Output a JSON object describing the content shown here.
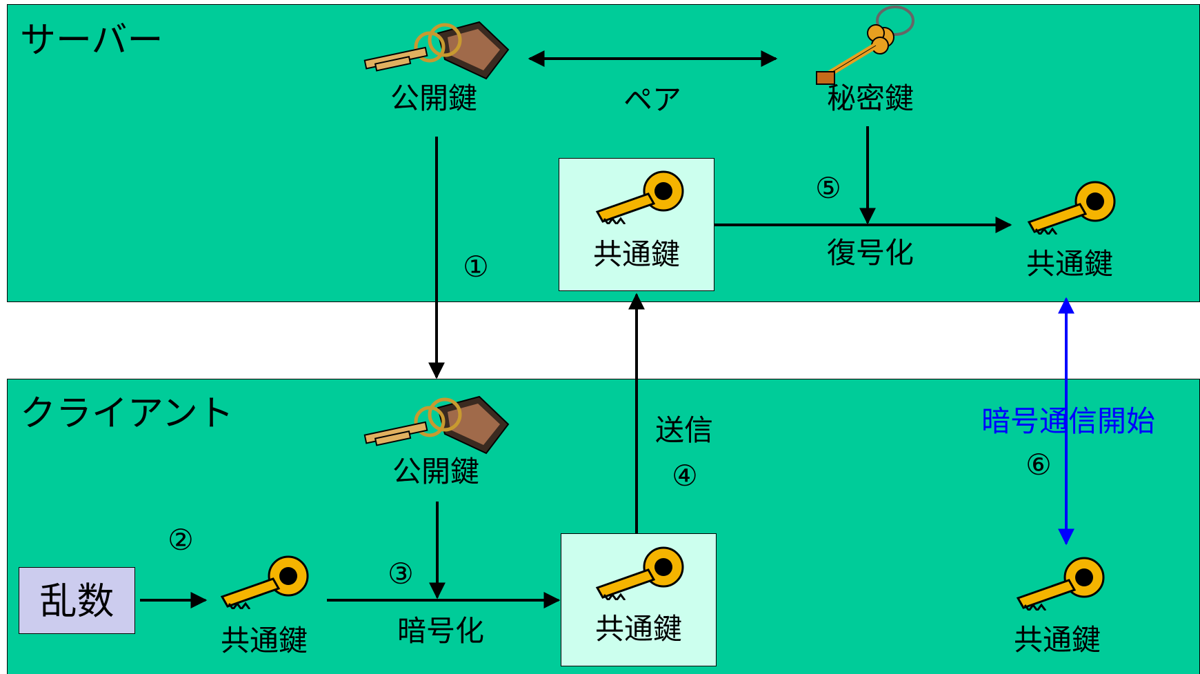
{
  "colors": {
    "panel_fill": "#00cc99",
    "key_box_fill": "#ccffee",
    "random_box_fill": "#ccccee",
    "arrow_black": "#000000",
    "arrow_blue": "#0000ff",
    "key_gold": "#f5b400"
  },
  "server": {
    "title": "サーバー",
    "public_key_label": "公開鍵",
    "private_key_label": "秘密鍵",
    "pair_label": "ペア",
    "shared_key_box_label": "共通鍵",
    "decrypt_label": "復号化",
    "shared_key_label": "共通鍵",
    "step1": "①",
    "step5": "⑤"
  },
  "client": {
    "title": "クライアント",
    "public_key_label": "公開鍵",
    "send_label": "送信",
    "step4": "④",
    "random_label": "乱数",
    "step2": "②",
    "shared_key_label": "共通鍵",
    "step3": "③",
    "encrypt_label": "暗号化",
    "encrypted_key_box_label": "共通鍵",
    "start_label": "暗号通信開始",
    "step6": "⑥",
    "final_key_label": "共通鍵"
  },
  "icons": {
    "public_key": "keyring-tag-icon",
    "private_key": "antique-key-icon",
    "shared_key": "gold-key-icon"
  }
}
